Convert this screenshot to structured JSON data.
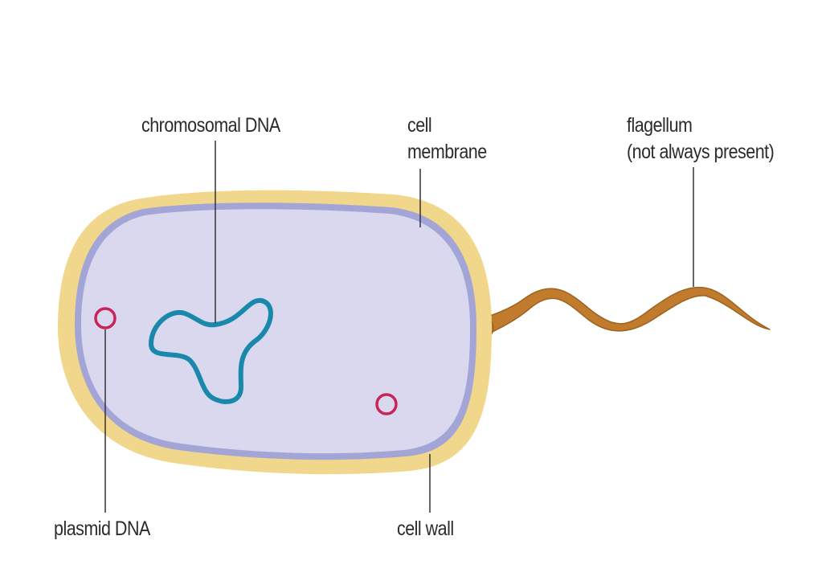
{
  "labels": {
    "chromosomal_dna": "chromosomal DNA",
    "cell_membrane_line1": "cell",
    "cell_membrane_line2": "membrane",
    "flagellum_line1": "flagellum",
    "flagellum_line2": "(not always present)",
    "plasmid_dna": "plasmid DNA",
    "cell_wall": "cell wall"
  },
  "colors": {
    "cell_wall": "#f0d78c",
    "cell_membrane": "#a3a5d7",
    "cytoplasm": "#d9d8ef",
    "chromosomal_dna": "#1a88ab",
    "plasmid_dna": "#c8245a",
    "flagellum": "#c07b2c",
    "leader_line": "#333333",
    "label_text": "#2b2b2b"
  }
}
